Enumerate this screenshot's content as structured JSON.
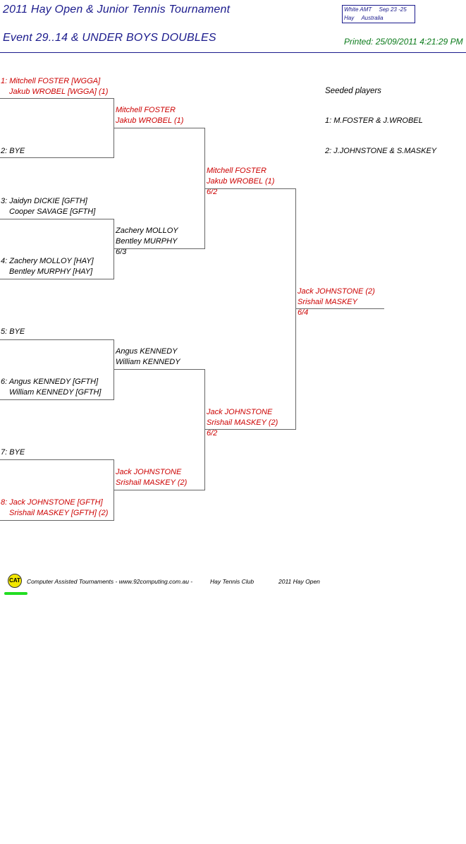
{
  "header": {
    "title": "2011 Hay Open & Junior Tennis Tournament",
    "event": "Event 29..14 & UNDER BOYS DOUBLES",
    "info_line1_left": "White AMT",
    "info_line1_right": "Sep 23 -25",
    "info_line2_left": "Hay",
    "info_line2_right": "Australia",
    "printed": "Printed: 25/09/2011 4:21:29 PM"
  },
  "seeded": {
    "heading": "Seeded players",
    "items": [
      "1: M.FOSTER & J.WROBEL",
      "2: J.JOHNSTONE & S.MASKEY"
    ]
  },
  "round1": [
    {
      "l1": "1: Mitchell FOSTER [WGGA]",
      "l2": "Jakub WROBEL [WGGA] (1)"
    },
    {
      "l1": "2: BYE",
      "l2": ""
    },
    {
      "l1": "3: Jaidyn DICKIE [GFTH]",
      "l2": "Cooper SAVAGE [GFTH]"
    },
    {
      "l1": "4: Zachery MOLLOY [HAY]",
      "l2": "Bentley MURPHY [HAY]"
    },
    {
      "l1": "5: BYE",
      "l2": ""
    },
    {
      "l1": "6: Angus KENNEDY [GFTH]",
      "l2": "William KENNEDY [GFTH]"
    },
    {
      "l1": "7: BYE",
      "l2": ""
    },
    {
      "l1": "8: Jack JOHNSTONE [GFTH]",
      "l2": "Srishail MASKEY [GFTH] (2)"
    }
  ],
  "round2": [
    {
      "l1": "Mitchell FOSTER",
      "l2": "Jakub WROBEL (1)",
      "score": ""
    },
    {
      "l1": "Zachery MOLLOY",
      "l2": "Bentley MURPHY",
      "score": "6/3"
    },
    {
      "l1": "Angus KENNEDY",
      "l2": "William KENNEDY",
      "score": ""
    },
    {
      "l1": "Jack JOHNSTONE",
      "l2": "Srishail MASKEY (2)",
      "score": ""
    }
  ],
  "round3": [
    {
      "l1": "Mitchell FOSTER",
      "l2": "Jakub WROBEL (1)",
      "score": "6/2"
    },
    {
      "l1": "Jack JOHNSTONE",
      "l2": "Srishail MASKEY (2)",
      "score": "6/2"
    }
  ],
  "final": {
    "l1": "Jack JOHNSTONE (2)",
    "l2": "Srishail MASKEY",
    "score": "6/4"
  },
  "footer": {
    "logo": "CAT",
    "credit": "Computer Assisted Tournaments - www.92computing.com.au -",
    "club": "Hay Tennis Club",
    "event": "2011 Hay Open"
  }
}
